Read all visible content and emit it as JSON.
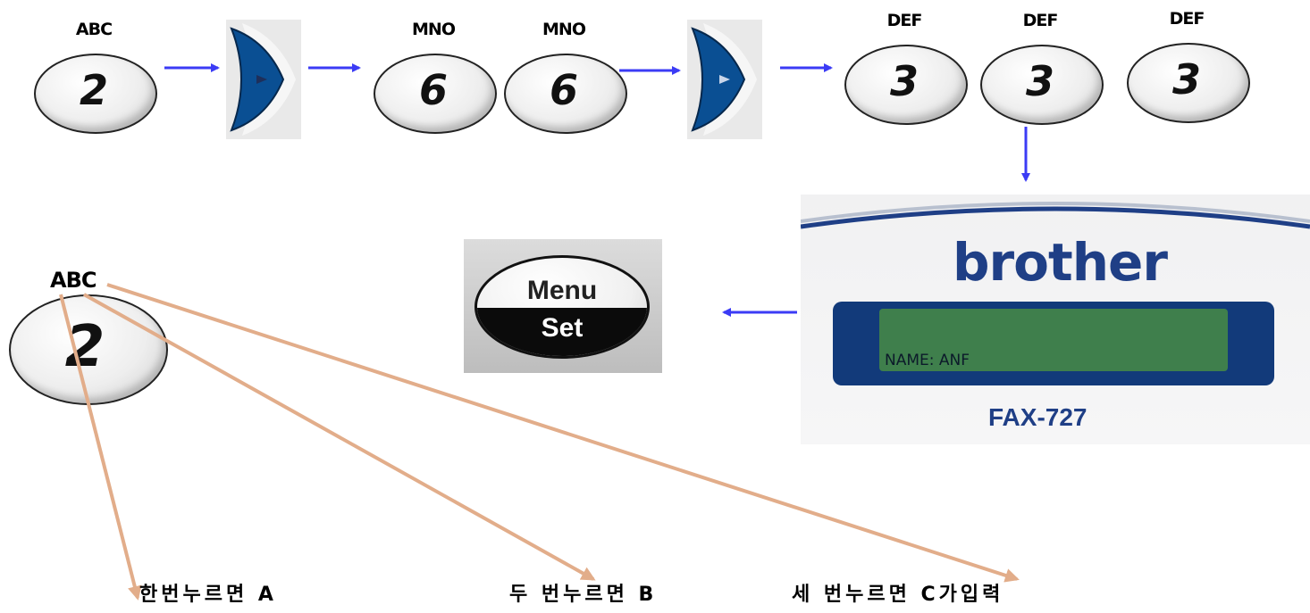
{
  "top_row": {
    "key_2": {
      "letters": "ABC",
      "digit": "2"
    },
    "key_6a": {
      "letters": "MNO",
      "digit": "6"
    },
    "key_6b": {
      "letters": "MNO",
      "digit": "6"
    },
    "key_3a": {
      "letters": "DEF",
      "digit": "3"
    },
    "key_3b": {
      "letters": "DEF",
      "digit": "3"
    },
    "key_3c": {
      "letters": "DEF",
      "digit": "3"
    }
  },
  "panel": {
    "brand": "brother",
    "lcd_text": "NAME: ANF",
    "model": "FAX-727"
  },
  "menu_button": {
    "top_label": "Menu",
    "bottom_label": "Set"
  },
  "big_key": {
    "letters": "ABC",
    "digit": "2"
  },
  "captions": {
    "press_once": "한번누르면 A",
    "press_twice": "두 번누르면 B",
    "press_thrice": "세 번누르면 C가입력"
  },
  "colors": {
    "flow_arrow": "#3b3bf5",
    "caption_arrow": "#e2ad8a",
    "nav_button": "#0a4f93",
    "brand": "#1f3f86",
    "lcd": "#3f7f4c"
  }
}
